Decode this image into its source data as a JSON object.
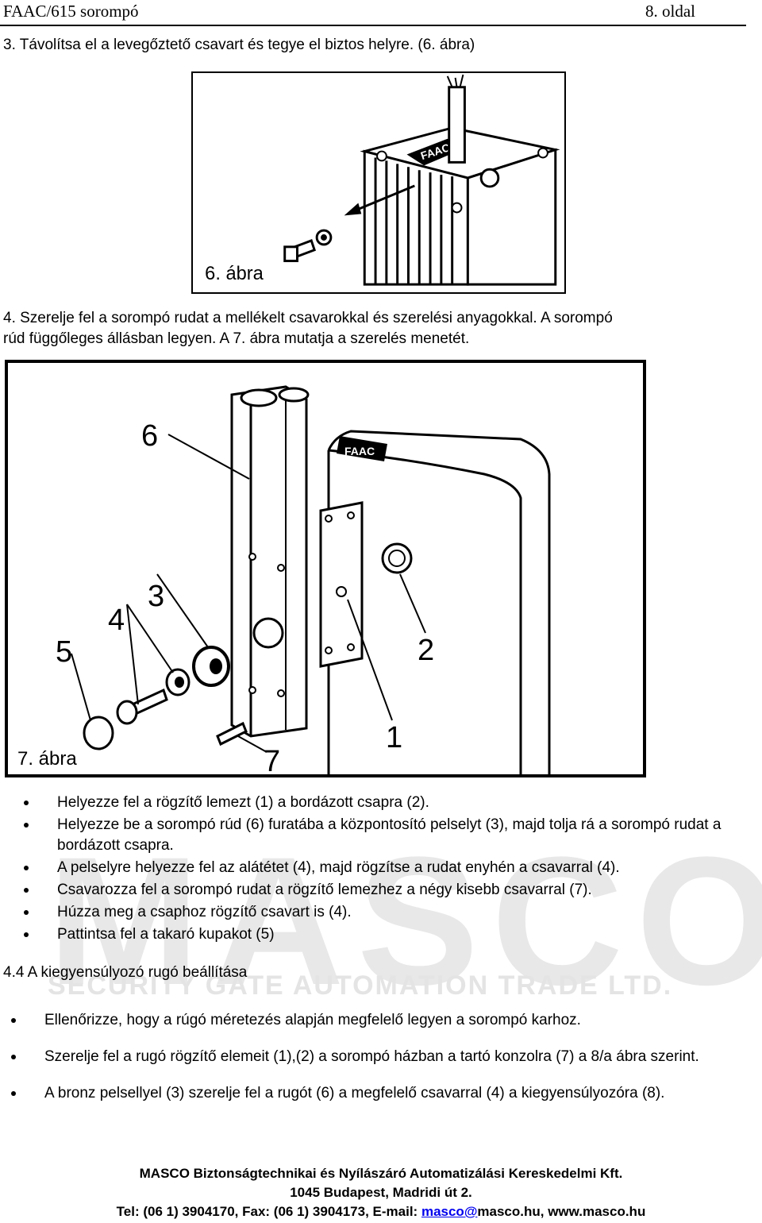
{
  "header": {
    "doc_title": "FAAC/615 sorompó",
    "page_label": "8. oldal"
  },
  "step3": "3. Távolítsa el a levegőztető csavart és tegye el biztos helyre. (6. ábra)",
  "fig6": {
    "caption": "6. ábra",
    "logo_text": "FAAC"
  },
  "step4_line1": "4. Szerelje fel a sorompó rudat a mellékelt csavarokkal és szerelési anyagokkal. A sorompó",
  "step4_line2": "rúd függőleges állásban legyen. A 7. ábra mutatja a szerelés menetét.",
  "fig7": {
    "caption": "7. ábra",
    "logo_text": "FAAC",
    "labels": [
      "6",
      "3",
      "4",
      "5",
      "2",
      "1",
      "7"
    ]
  },
  "list1": [
    "Helyezze fel a rögzítő lemezt (1) a bordázott csapra (2).",
    "Helyezze be a sorompó rúd (6) furatába a központosító pelselyt (3), majd tolja rá a sorompó rudat a bordázott csapra.",
    "A pelselyre helyezze fel az alátétet (4), majd rögzítse a rudat enyhén a csavarral (4).",
    "Csavarozza fel a sorompó rudat a rögzítő lemezhez a négy kisebb csavarral (7).",
    "Húzza meg a csaphoz rögzítő csavart is (4).",
    "Pattintsa fel a takaró kupakot (5)"
  ],
  "section_title": "4.4 A kiegyensúlyozó rugó beállítása",
  "watermark": {
    "main": "MASCO",
    "sub": "SECURITY GATE AUTOMATION TRADE LTD."
  },
  "list2": [
    "Ellenőrizze, hogy a rúgó méretezés alapján megfelelő legyen a sorompó karhoz.",
    "Szerelje fel a rugó rögzítő elemeit (1),(2) a sorompó házban a tartó konzolra (7) a 8/a ábra szerint.",
    "A bronz pelsellyel (3) szerelje fel a rugót (6) a megfelelő csavarral (4) a kiegyensúlyozóra (8)."
  ],
  "footer": {
    "line1": "MASCO Biztonságtechnikai és Nyílászáró Automatizálási Kereskedelmi Kft.",
    "line2": "1045 Budapest, Madridi út 2.",
    "line3_prefix": "Tel: (06 1) 3904170, Fax: (06 1) 3904173, E-mail: ",
    "email_user": "masco@",
    "line3_suffix": "masco.hu, www.masco.hu"
  }
}
